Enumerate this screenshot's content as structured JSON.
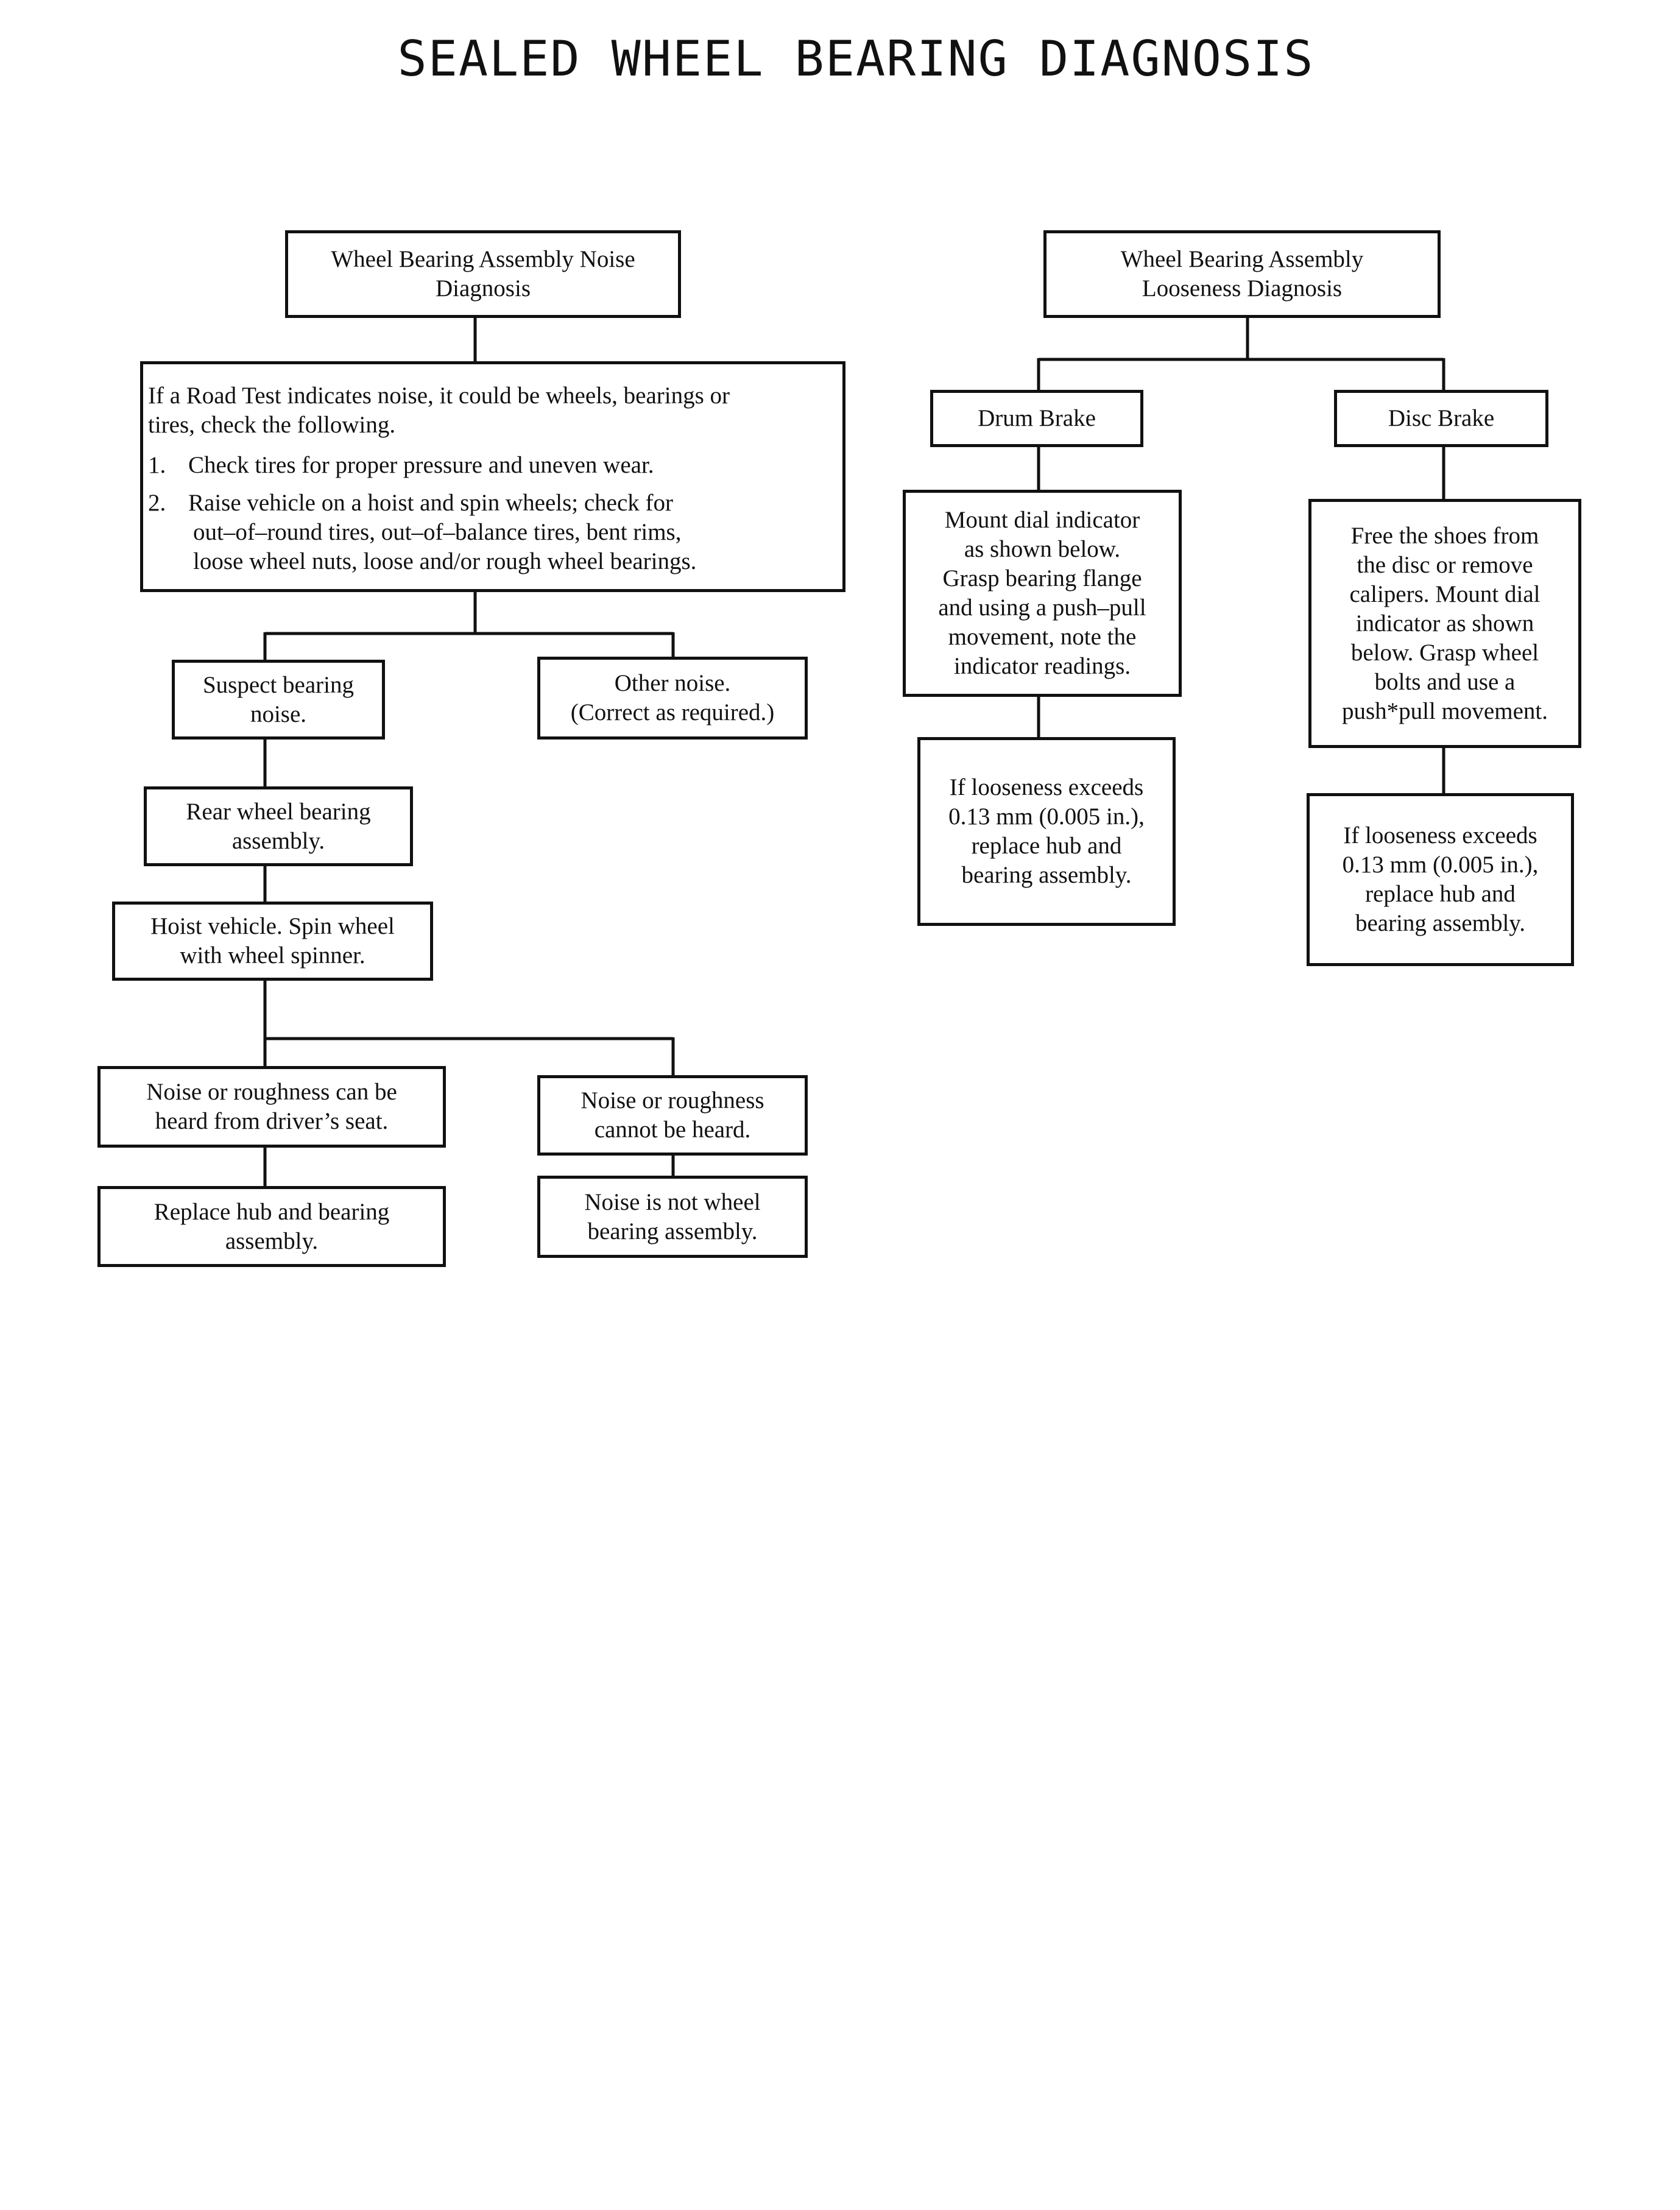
{
  "title": "SEALED WHEEL BEARING DIAGNOSIS",
  "noise": {
    "header": [
      "Wheel Bearing Assembly Noise",
      "Diagnosis"
    ],
    "road_test": {
      "intro": [
        "If a Road Test indicates noise, it could be wheels, bearings or",
        "tires, check the following."
      ],
      "items": [
        {
          "num": "1.",
          "lines": [
            "Check tires for proper pressure and uneven wear."
          ]
        },
        {
          "num": "2.",
          "lines": [
            "Raise vehicle on a hoist and spin wheels; check for",
            "out–of–round tires, out–of–balance tires, bent rims,",
            "loose wheel nuts, loose and/or rough wheel bearings."
          ]
        }
      ]
    },
    "suspect": [
      "Suspect bearing",
      "noise."
    ],
    "other": [
      "Other noise.",
      "(Correct as required.)"
    ],
    "rear": [
      "Rear wheel bearing",
      "assembly."
    ],
    "hoist": [
      "Hoist vehicle.  Spin wheel",
      "with wheel spinner."
    ],
    "heard": [
      "Noise or roughness can be",
      "heard from driver’s seat."
    ],
    "not_heard": [
      "Noise or roughness",
      "cannot be heard."
    ],
    "replace": [
      "Replace hub and bearing",
      "assembly."
    ],
    "not_bearing": [
      "Noise is not wheel",
      "bearing assembly."
    ]
  },
  "looseness": {
    "header": [
      "Wheel Bearing Assembly",
      "Looseness Diagnosis"
    ],
    "drum": "Drum Brake",
    "disc": "Disc Brake",
    "drum_step": [
      "Mount dial indicator",
      "as shown below.",
      "Grasp bearing flange",
      "and using a push–pull",
      "movement, note the",
      "indicator readings."
    ],
    "disc_step": [
      "Free the shoes from",
      "the disc or remove",
      "calipers. Mount dial",
      "indicator as shown",
      "below. Grasp wheel",
      "bolts and use a",
      "push*pull movement."
    ],
    "drum_result": [
      "If looseness exceeds",
      "0.13 mm  (0.005 in.),",
      "replace hub and",
      "bearing assembly."
    ],
    "disc_result": [
      "If looseness exceeds",
      "0.13 mm (0.005 in.),",
      "replace hub and",
      "bearing assembly."
    ]
  }
}
